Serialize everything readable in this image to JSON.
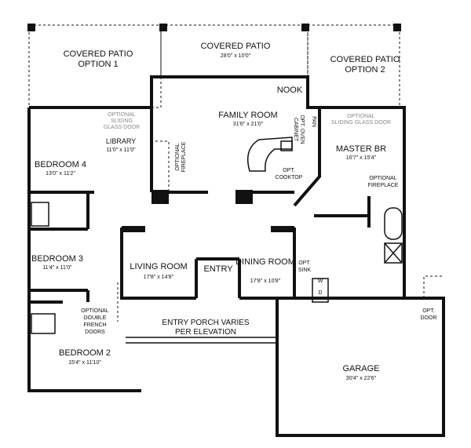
{
  "rooms": {
    "patio1": {
      "name": "COVERED PATIO",
      "sub": "OPTION 1"
    },
    "patio_center": {
      "name": "COVERED PATIO",
      "dim": "28'0\" x 10'0\""
    },
    "patio2": {
      "name": "COVERED PATIO",
      "sub": "OPTION 2"
    },
    "nook": {
      "name": "NOOK"
    },
    "family": {
      "name": "FAMILY ROOM",
      "dim": "31'6\" x 21'0\""
    },
    "library": {
      "name": "LIBRARY",
      "dim": "11'0\" x 11'0\"",
      "note1": "OPTIONAL",
      "note2": "SLIDING",
      "note3": "GLASS DOOR"
    },
    "bedroom4": {
      "name": "BEDROOM 4",
      "dim": "13'0\" x 11'2\""
    },
    "master": {
      "name": "MASTER BR",
      "dim": "16'7\" x 15'4\"",
      "note1": "OPTIONAL",
      "note2": "SLIDING GLASS DOOR"
    },
    "bedroom3": {
      "name": "BEDROOM 3",
      "dim": "11'4\" x 11'0\""
    },
    "living": {
      "name": "LIVING ROOM",
      "dim": "17'8\" x 14'8\""
    },
    "entry": {
      "name": "ENTRY"
    },
    "dining": {
      "name": "DINING ROOM",
      "dim": "17'8\" x 10'8\""
    },
    "bedroom2": {
      "name": "BEDROOM 2",
      "dim": "15'4\" x 11'10\""
    },
    "garage": {
      "name": "GARAGE",
      "dim": "30'4\" x 22'6\""
    }
  },
  "notes": {
    "fireplace_left": [
      "OPTIONAL",
      "FIREPLACE"
    ],
    "oven": [
      "OPT. OVEN",
      "CABINET"
    ],
    "pantry": "PAN",
    "cooktop": [
      "OPT.",
      "COOKTOP"
    ],
    "fireplace_master": [
      "OPTIONAL",
      "FIREPLACE"
    ],
    "sink": [
      "OPT.",
      "SINK"
    ],
    "washer": "W",
    "dryer": "D",
    "opt_door": [
      "OPT.",
      "DOOR"
    ],
    "french_doors": [
      "OPTIONAL",
      "DOUBLE",
      "FRENCH",
      "DOORS"
    ],
    "porch": [
      "ENTRY PORCH VARIES",
      "PER ELEVATION"
    ]
  }
}
